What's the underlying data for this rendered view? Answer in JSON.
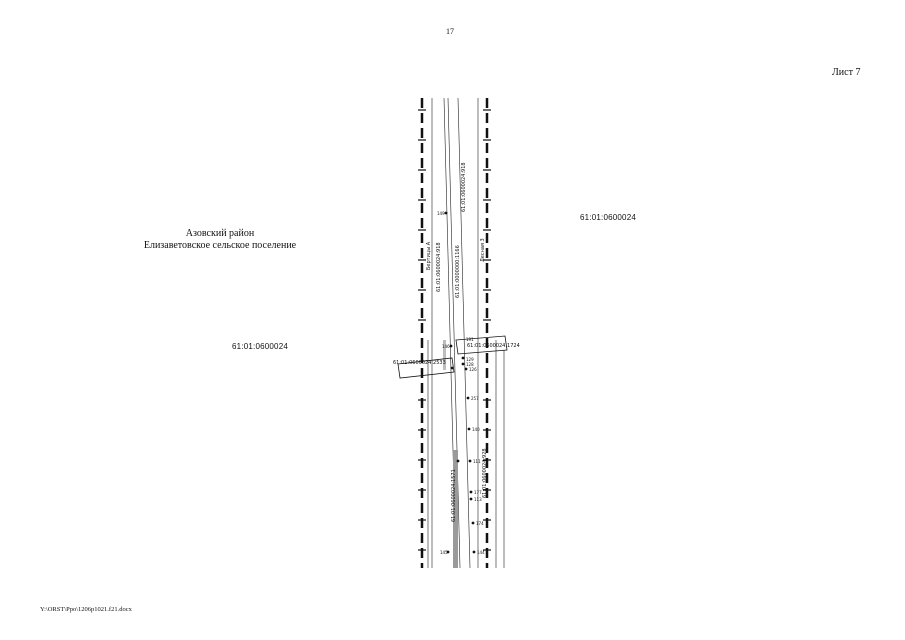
{
  "page_number": "17",
  "sheet_label": "Лист 7",
  "district": {
    "line1": "Азовский район",
    "line2": "Елизаветовское сельское поселение"
  },
  "parcel_right": "61:01:0600024",
  "parcel_left": "61:01:0600024",
  "footer_path": "Y:\\ORST\\Ppo\\1206p1021.f21.docx",
  "map_labels": {
    "road_upper_left": "61:01:0600024:918",
    "road_upper_mid": "61:01:0000000:1166",
    "road_upper_right": "61:01:0600024:918",
    "rotated_small_left": "Бертицы А",
    "rotated_small_right": "Лесная 3",
    "box_right": "61:01:0600024:1724",
    "box_left": "61:01:0600024:2533",
    "lower_mid": "61:01:0600024:1571",
    "lower_right": "61:01:0600024:928",
    "pt_a": "149",
    "pt_b": "146",
    "pt_c": "191",
    "pt_d": "129",
    "pt_e": "128",
    "pt_f": "126",
    "pt_g": "257",
    "pt_h": "140",
    "pt_i": "111",
    "pt_j": "177",
    "pt_k": "113",
    "pt_l": "174",
    "pt_m": "144",
    "pt_n": "145"
  },
  "colors": {
    "ink": "#111111",
    "grey_strip": "#9a9a9a"
  }
}
